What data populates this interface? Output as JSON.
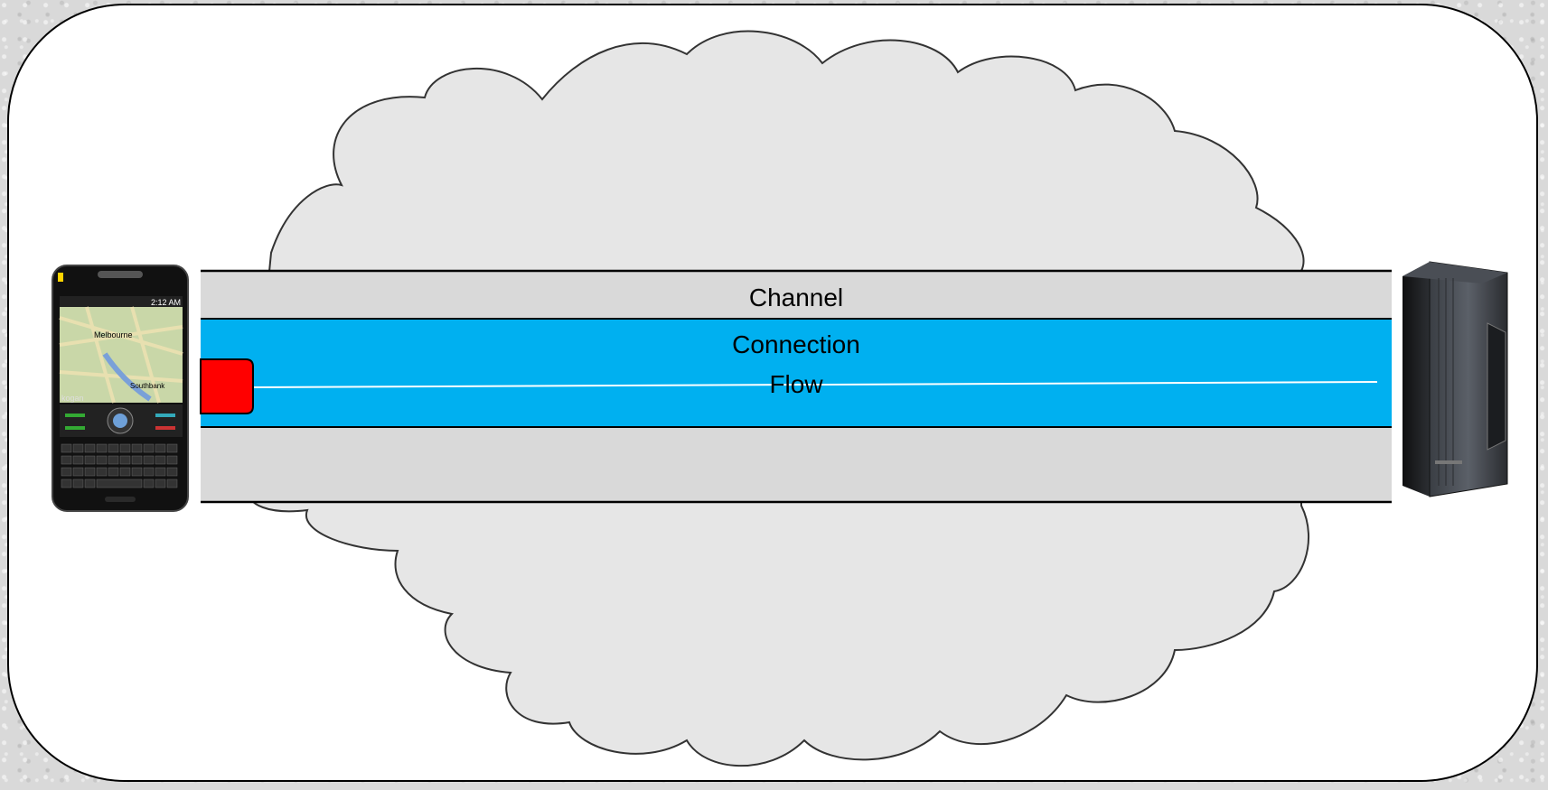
{
  "diagram": {
    "labels": {
      "channel": "Channel",
      "connection": "Connection",
      "flow": "Flow"
    },
    "phone_screen": {
      "status_time": "2:12 AM",
      "map_city": "Melbourne",
      "map_suburb": "Southbank",
      "brand": "kogan"
    },
    "colors": {
      "cloud_fill": "#e6e6e6",
      "channel_fill": "#d9d9d9",
      "connection_fill": "#00b0f0",
      "flow_marker": "#ff0000",
      "flow_line": "#ffffff"
    }
  }
}
